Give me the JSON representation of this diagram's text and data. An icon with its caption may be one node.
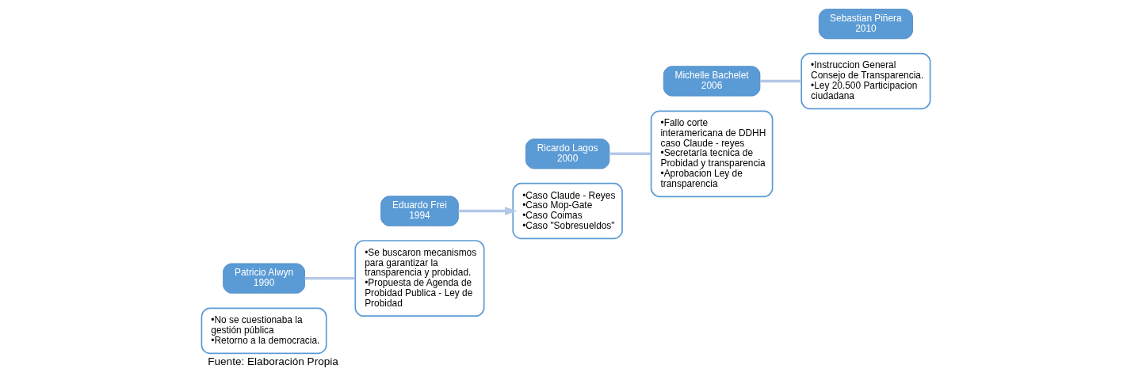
{
  "diagram": {
    "caption": "Fuente: Elaboración Propia",
    "nodes": [
      {
        "text": [
          "•No se cuestionaba la gestión pública",
          "•Retorno a la democracia."
        ]
      },
      {
        "text": [
          "Patricio Alwyn",
          "1990"
        ]
      },
      {
        "text": [
          "•Se buscaron mecanismos para garantizar la transparencia y probidad.",
          "•Propuesta de Agenda de Probidad Publica - Ley de Probidad"
        ]
      },
      {
        "text": [
          "Eduardo Frei",
          "1994"
        ]
      },
      {
        "text": [
          "•Caso Claude - Reyes",
          "•Caso Mop-Gate",
          "•Caso Coimas",
          "•Caso \"Sobresueldos\""
        ]
      },
      {
        "text": [
          "Ricardo Lagos",
          "2000"
        ]
      },
      {
        "text": [
          "•Fallo corte interamericana de DDHH caso Claude - reyes",
          "•Secretaría tecnica de Probidad y transparencia",
          "•Aprobacion Ley de transparencia"
        ]
      },
      {
        "text": [
          "Michelle Bachelet",
          "2006"
        ]
      },
      {
        "text": [
          "•Instruccion General Consejo de Transparencia.",
          "•Ley 20.500 Participacion ciudadana"
        ]
      },
      {
        "text": [
          "Sebastian Piñera",
          "2010"
        ]
      }
    ],
    "edges": [
      {
        "from": 1,
        "to": 2,
        "arrow": "none"
      },
      {
        "from": 3,
        "to": 4,
        "arrow": "to"
      },
      {
        "from": 5,
        "to": 6,
        "arrow": "none"
      },
      {
        "from": 7,
        "to": 8,
        "arrow": "none"
      }
    ]
  }
}
